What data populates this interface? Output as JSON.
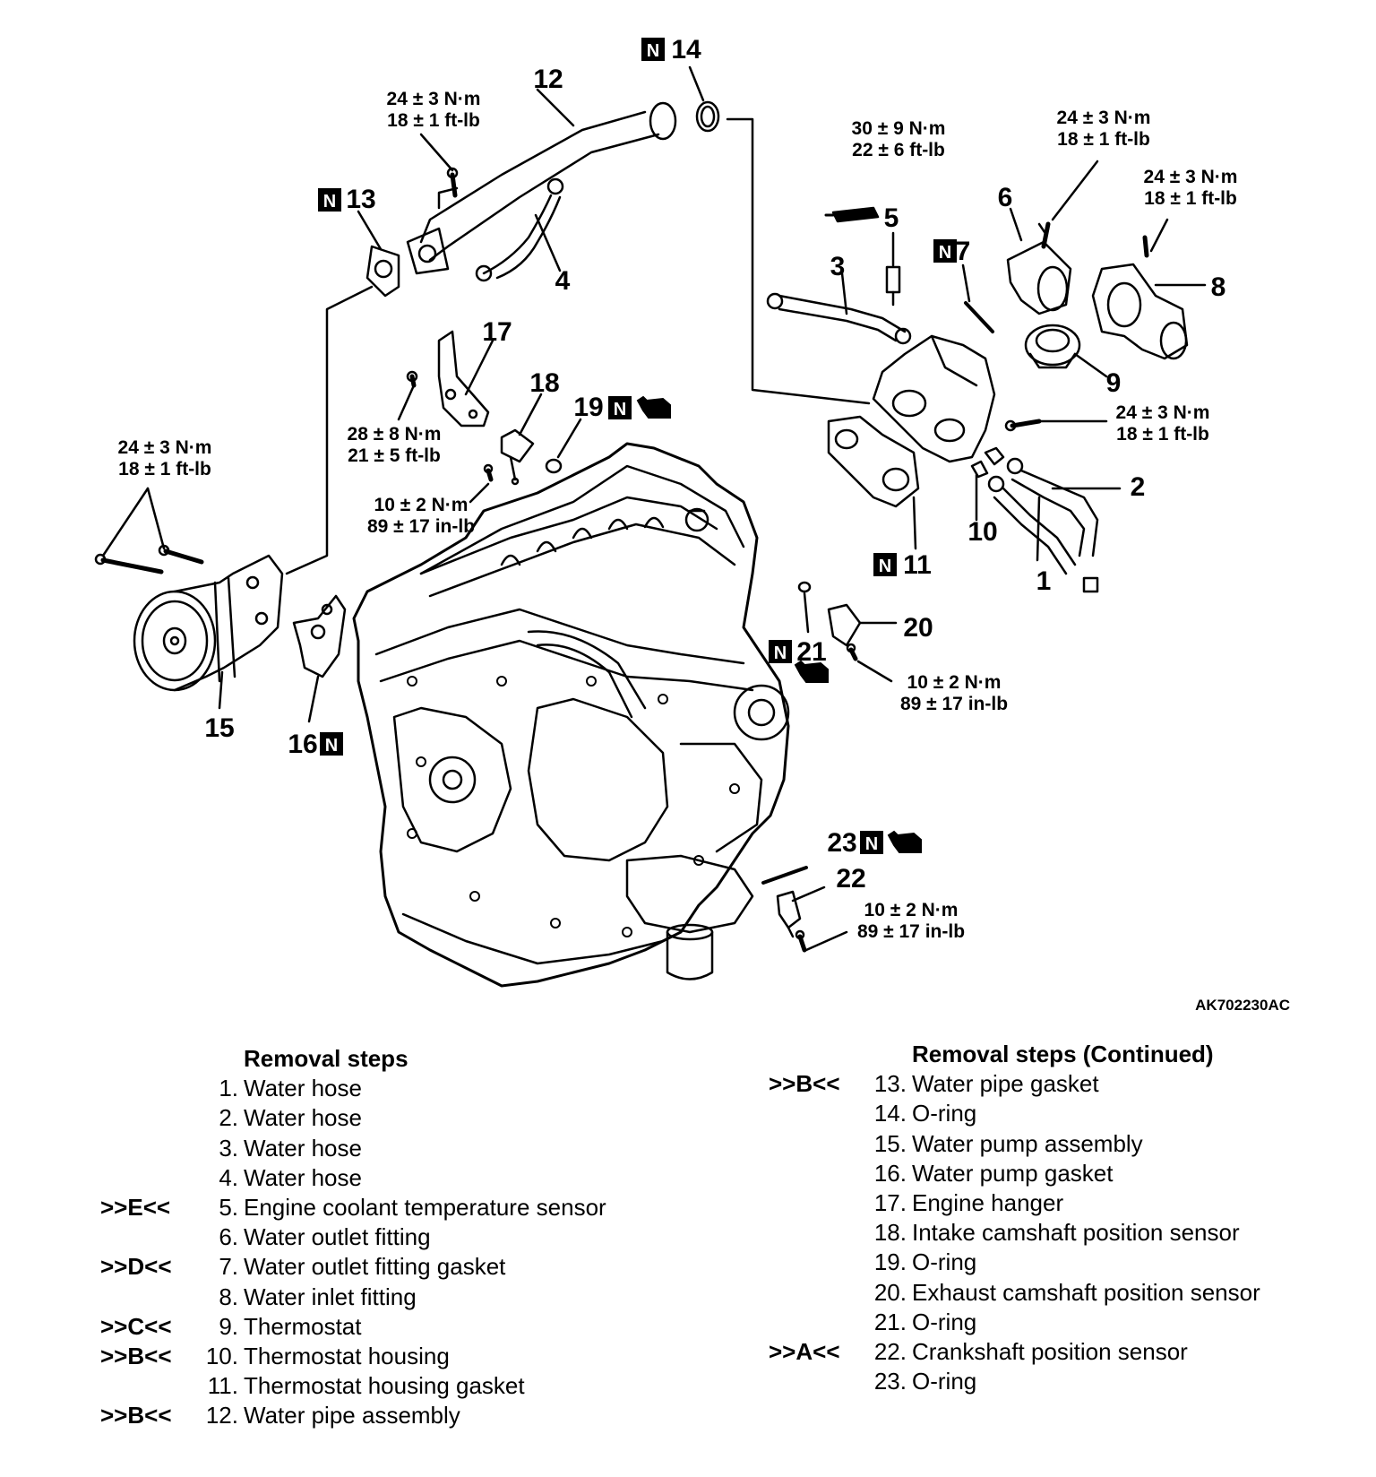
{
  "diagram": {
    "reference_code": "AK702230AC",
    "callouts": [
      {
        "id": "1",
        "label": "1"
      },
      {
        "id": "2",
        "label": "2"
      },
      {
        "id": "3",
        "label": "3"
      },
      {
        "id": "4",
        "label": "4"
      },
      {
        "id": "5",
        "label": "5"
      },
      {
        "id": "6",
        "label": "6"
      },
      {
        "id": "7",
        "label": "7"
      },
      {
        "id": "8",
        "label": "8"
      },
      {
        "id": "9",
        "label": "9"
      },
      {
        "id": "10",
        "label": "10"
      },
      {
        "id": "11",
        "label": "11"
      },
      {
        "id": "12",
        "label": "12"
      },
      {
        "id": "13",
        "label": "13"
      },
      {
        "id": "14",
        "label": "14"
      },
      {
        "id": "15",
        "label": "15"
      },
      {
        "id": "16",
        "label": "16"
      },
      {
        "id": "17",
        "label": "17"
      },
      {
        "id": "18",
        "label": "18"
      },
      {
        "id": "19",
        "label": "19"
      },
      {
        "id": "20",
        "label": "20"
      },
      {
        "id": "21",
        "label": "21"
      },
      {
        "id": "22",
        "label": "22"
      },
      {
        "id": "23",
        "label": "23"
      }
    ],
    "new_part_mark": "N",
    "torques": {
      "water_pipe_bolt": {
        "metric": "24 ± 3 N·m",
        "imperial": "18 ± 1 ft-lb"
      },
      "ect_sensor": {
        "metric": "30 ± 9 N·m",
        "imperial": "22 ± 6 ft-lb"
      },
      "water_outlet_bolt": {
        "metric": "24 ± 3 N·m",
        "imperial": "18 ± 1 ft-lb"
      },
      "water_inlet_bolt": {
        "metric": "24 ± 3 N·m",
        "imperial": "18 ± 1 ft-lb"
      },
      "thermostat_housing_bolt": {
        "metric": "24 ± 3 N·m",
        "imperial": "18 ± 1 ft-lb"
      },
      "engine_hanger_bolt": {
        "metric": "28 ± 8 N·m",
        "imperial": "21 ± 5 ft-lb"
      },
      "intake_cam_sensor_bolt": {
        "metric": "10 ± 2 N·m",
        "imperial": "89 ± 17 in-lb"
      },
      "water_pump_bolts": {
        "metric": "24 ± 3 N·m",
        "imperial": "18 ± 1 ft-lb"
      },
      "exhaust_cam_sensor_bolt": {
        "metric": "10 ± 2 N·m",
        "imperial": "89 ± 17 in-lb"
      },
      "crank_sensor_bolt": {
        "metric": "10 ± 2 N·m",
        "imperial": "89 ± 17 in-lb"
      }
    }
  },
  "removal_steps": {
    "heading": "Removal steps",
    "items": [
      {
        "mark": "",
        "num": "1.",
        "name": "Water hose"
      },
      {
        "mark": "",
        "num": "2.",
        "name": "Water hose"
      },
      {
        "mark": "",
        "num": "3.",
        "name": "Water hose"
      },
      {
        "mark": "",
        "num": "4.",
        "name": "Water hose"
      },
      {
        "mark": ">>E<<",
        "num": "5.",
        "name": "Engine coolant temperature sensor"
      },
      {
        "mark": "",
        "num": "6.",
        "name": "Water outlet fitting"
      },
      {
        "mark": ">>D<<",
        "num": "7.",
        "name": "Water outlet fitting gasket"
      },
      {
        "mark": "",
        "num": "8.",
        "name": "Water inlet fitting"
      },
      {
        "mark": ">>C<<",
        "num": "9.",
        "name": "Thermostat"
      },
      {
        "mark": ">>B<<",
        "num": "10.",
        "name": "Thermostat housing"
      },
      {
        "mark": "",
        "num": "11.",
        "name": "Thermostat housing gasket"
      },
      {
        "mark": ">>B<<",
        "num": "12.",
        "name": "Water pipe assembly"
      }
    ]
  },
  "removal_steps_continued": {
    "heading": "Removal steps (Continued)",
    "items": [
      {
        "mark": ">>B<<",
        "num": "13.",
        "name": "Water pipe gasket"
      },
      {
        "mark": "",
        "num": "14.",
        "name": "O-ring"
      },
      {
        "mark": "",
        "num": "15.",
        "name": "Water pump assembly"
      },
      {
        "mark": "",
        "num": "16.",
        "name": "Water pump gasket"
      },
      {
        "mark": "",
        "num": "17.",
        "name": "Engine hanger"
      },
      {
        "mark": "",
        "num": "18.",
        "name": "Intake camshaft position sensor"
      },
      {
        "mark": "",
        "num": "19.",
        "name": "O-ring"
      },
      {
        "mark": "",
        "num": "20.",
        "name": "Exhaust camshaft position sensor"
      },
      {
        "mark": "",
        "num": "21.",
        "name": "O-ring"
      },
      {
        "mark": ">>A<<",
        "num": "22.",
        "name": "Crankshaft position sensor"
      },
      {
        "mark": "",
        "num": "23.",
        "name": "O-ring"
      }
    ]
  }
}
